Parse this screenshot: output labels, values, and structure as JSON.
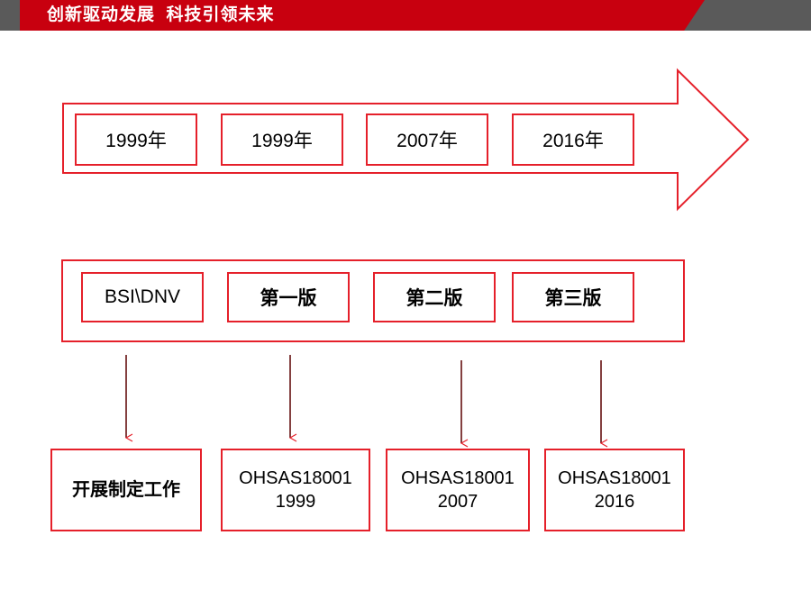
{
  "header": {
    "slogan": "创新驱动发展  科技引领未来",
    "colors": {
      "bar": "#c8000f",
      "bar_tail": "#5a5a5a",
      "text": "#ffffff"
    }
  },
  "diagram": {
    "accent_color": "#e5202a",
    "timeline": {
      "years": [
        "1999年",
        "1999年",
        "2007年",
        "2016年"
      ]
    },
    "versions": [
      "BSI\\DNV",
      "第一版",
      "第二版",
      "第三版"
    ],
    "outcomes": [
      {
        "line1": "开展制定工作",
        "line2": ""
      },
      {
        "line1": "OHSAS18001",
        "line2": "1999"
      },
      {
        "line1": "OHSAS18001",
        "line2": "2007"
      },
      {
        "line1": "OHSAS18001",
        "line2": "2016"
      }
    ]
  }
}
